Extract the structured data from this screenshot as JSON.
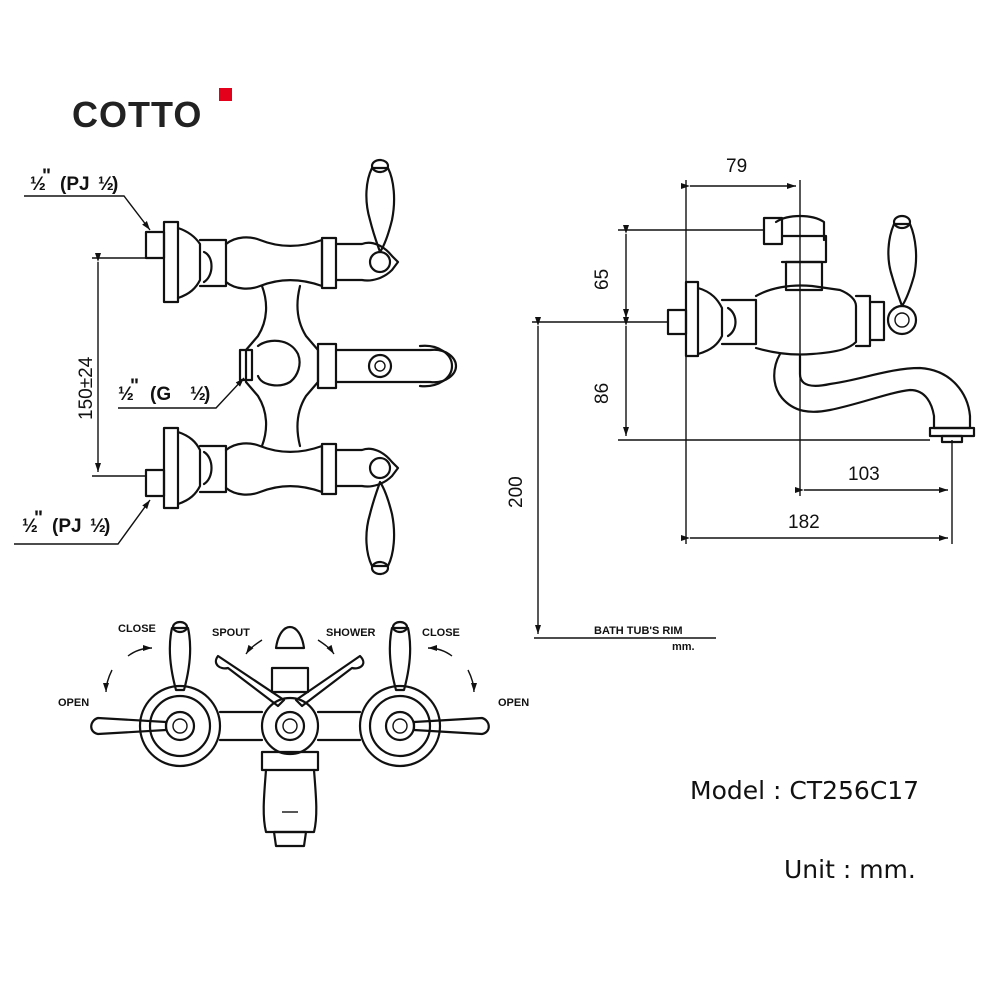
{
  "brand": {
    "name": "COTTO",
    "accent_color": "#e4001b"
  },
  "labels": {
    "model": "Model : CT256C17",
    "unit": "Unit : mm."
  },
  "front_view": {
    "top_inlet": {
      "half": "½",
      "mark": "\"",
      "pj": "(PJ",
      "half2": "½",
      "close": ")"
    },
    "middle_outlet": {
      "half": "½",
      "mark": "\"",
      "g": "(G",
      "half2": "½",
      "close": ")"
    },
    "bottom_inlet": {
      "half": "½",
      "mark": "\"",
      "pj": "(PJ",
      "half2": "½",
      "close": ")"
    },
    "center_distance": "150±24"
  },
  "side_view": {
    "dim_79": "79",
    "dim_65": "65",
    "dim_86": "86",
    "dim_200": "200",
    "dim_103": "103",
    "dim_182": "182",
    "rim_label": "BATH TUB'S RIM",
    "rim_unit": "mm."
  },
  "top_view": {
    "close_left": "CLOSE",
    "spout": "SPOUT",
    "shower": "SHOWER",
    "close_right": "CLOSE",
    "open_left": "OPEN",
    "open_right": "OPEN"
  }
}
